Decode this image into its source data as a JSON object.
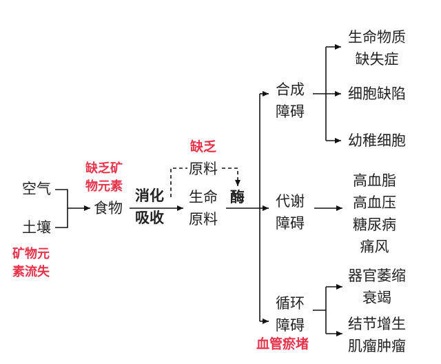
{
  "colors": {
    "text": "#222222",
    "line": "#111111",
    "accent": "#e8334a",
    "background": "#ffffff"
  },
  "sources": {
    "air": "空气",
    "soil": "土壤",
    "loss_note": [
      "矿物元",
      "素流失"
    ]
  },
  "food": {
    "label": "食物",
    "deficiency_note": [
      "缺乏矿",
      "物元素"
    ]
  },
  "digest": [
    "消化",
    "吸收"
  ],
  "deficient_materials": [
    "缺乏",
    "原料"
  ],
  "life_materials": [
    "生命",
    "原料"
  ],
  "enzyme": "酶",
  "branches": [
    {
      "label": [
        "合成",
        "障碍"
      ],
      "outcomes": [
        [
          "生命物质",
          "缺失症"
        ],
        [
          "细胞缺陷"
        ],
        [
          "幼稚细胞"
        ]
      ]
    },
    {
      "label": [
        "代谢",
        "障碍"
      ],
      "outcomes": [
        [
          "高血脂",
          "高血压",
          "糖尿病",
          "痛风"
        ]
      ]
    },
    {
      "label": [
        "循环",
        "障碍"
      ],
      "outcomes": [
        [
          "器官萎缩",
          "衰竭"
        ],
        [
          "结节增生",
          "肌瘤肿瘤"
        ]
      ],
      "note": "血管瘀堵"
    }
  ]
}
